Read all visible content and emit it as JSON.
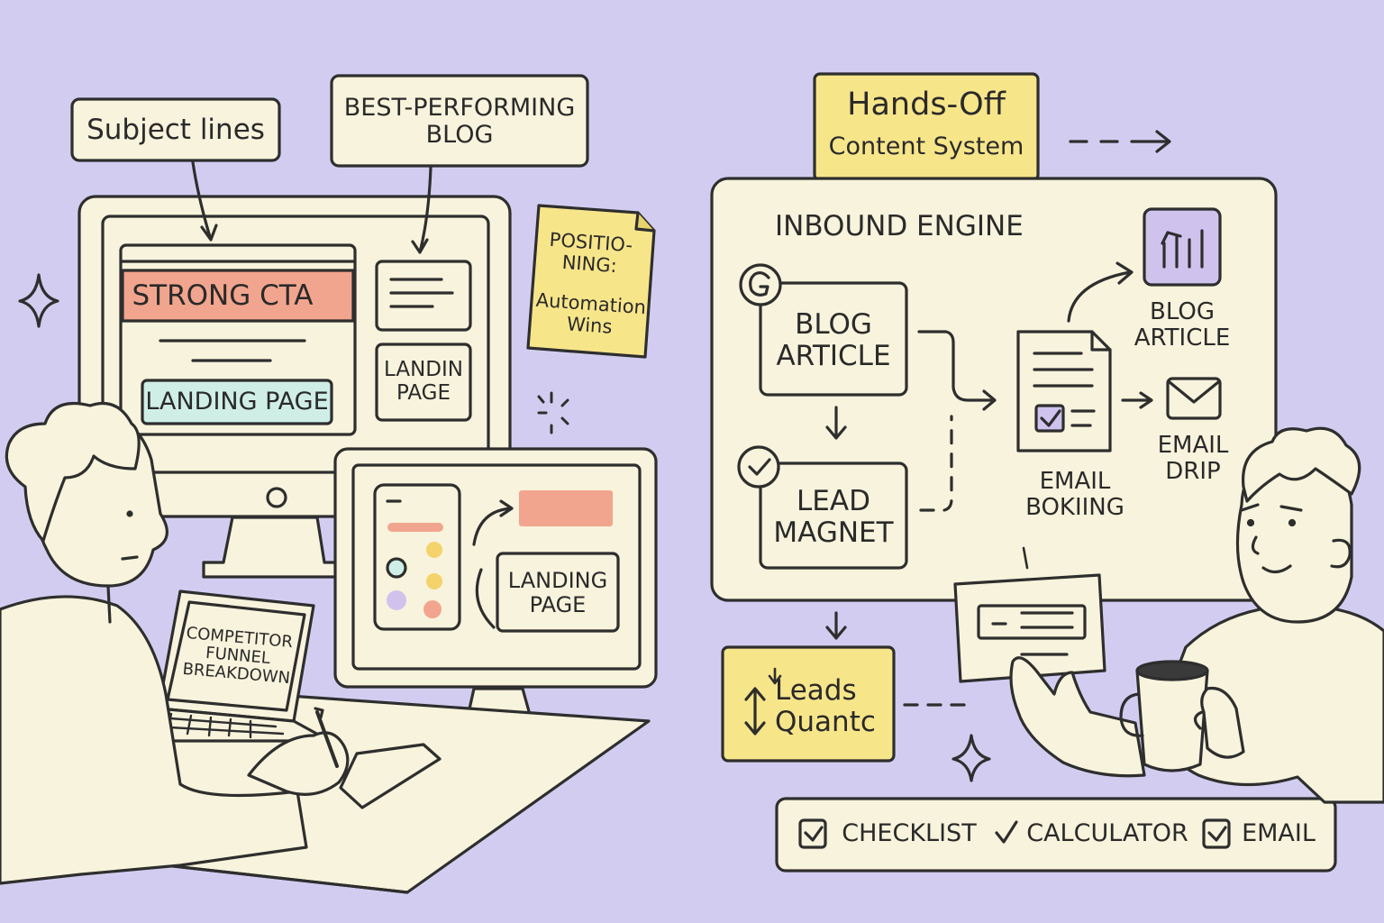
{
  "colors": {
    "background": "#d2cdf0",
    "paper": "#f8f3dc",
    "ink": "#2e2e2e",
    "sticky_yellow": "#f7e58a",
    "salmon": "#f2a58e",
    "mint": "#cfeee6",
    "dot_yellow": "#f4d36b",
    "dot_lavender": "#cfc3ee"
  },
  "left_scene": {
    "subject_lines_callout": "Subject lines",
    "best_blog_callout": "BEST-PERFORMING\nBLOG",
    "strong_cta": "STRONG CTA",
    "landing_page_button": "LANDING PAGE",
    "landin_page_card": "LANDIN\nPAGE",
    "positioning_note": "POSITIO-\nNING:",
    "positioning_note_sub": "Automation\nWins",
    "tablet_landing_page": "LANDING\nPAGE",
    "laptop_text": "COMPETITOR\nFUNNEL\nBREAKDOWN"
  },
  "right_scene": {
    "title_line1": "Hands-Off",
    "title_line2": "Content System",
    "board_title": "INBOUND ENGINE",
    "blog_article_box": "BLOG\nARTICLE",
    "lead_magnet_box": "LEAD\nMAGNET",
    "email_booking": "EMAIL\nBOKIING",
    "blog_article_label": "BLOG\nARTICLE",
    "email_drip": "EMAIL\nDRIP",
    "leads_box": "Leads\nQuantc",
    "bottom_checklist": "CHECKLIST",
    "bottom_calculator": "CALCULATOR",
    "bottom_email": "EMAIL"
  },
  "icons": [
    "sparkle-icon",
    "google-g-icon",
    "check-circle-icon",
    "document-icon",
    "bar-chart-icon",
    "envelope-icon",
    "arrow-icon",
    "up-down-arrow-icon",
    "checkbox-icon",
    "checkmark-icon",
    "coffee-mug-icon"
  ]
}
